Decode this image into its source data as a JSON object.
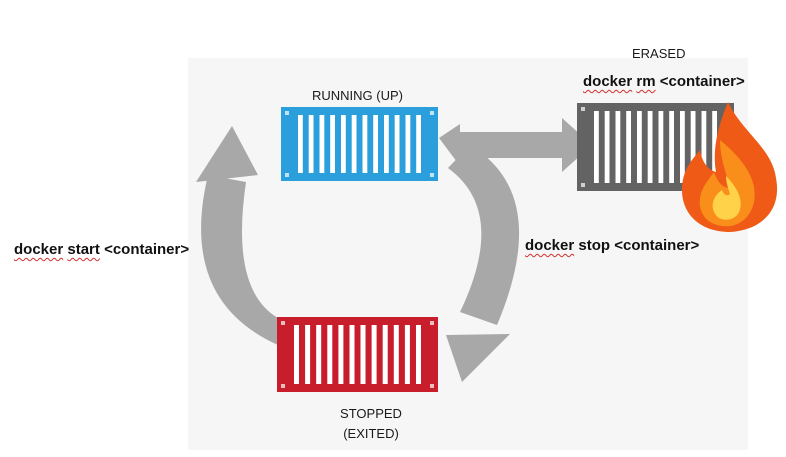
{
  "states": {
    "running": {
      "label": "RUNNING (UP)",
      "color": "#2b9fdc"
    },
    "stopped": {
      "label_line1": "STOPPED",
      "label_line2": "(EXITED)",
      "color": "#c81e2c"
    },
    "erased": {
      "label": "ERASED",
      "color": "#636363"
    }
  },
  "commands": {
    "start": {
      "word1": "docker",
      "word2": "start",
      "arg": "<container>"
    },
    "stop": {
      "word1": "docker",
      "word2": "stop",
      "arg": "<container>"
    },
    "rm": {
      "word1": "docker",
      "word2": "rm",
      "arg": "<container>"
    }
  },
  "colors": {
    "arrow": "#a8a8a8",
    "panel": "#f6f6f6",
    "flame_outer": "#f05a17",
    "flame_inner": "#ffd24a"
  },
  "icons": {
    "container": "shipping-container-icon",
    "fire": "fire-icon"
  }
}
